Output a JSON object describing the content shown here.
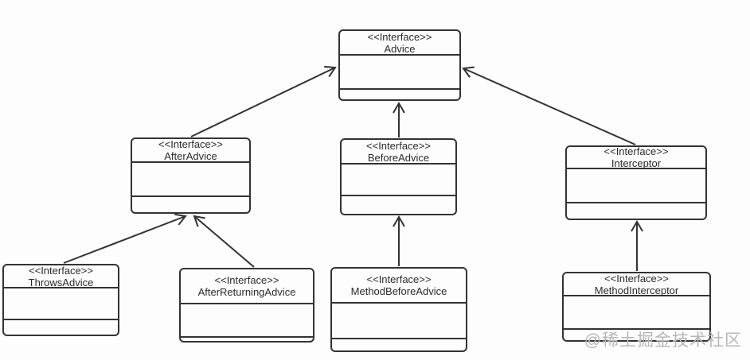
{
  "nodes": [
    {
      "id": "advice",
      "stereotype": "<<Interface>>",
      "name": "Advice"
    },
    {
      "id": "after-advice",
      "stereotype": "<<Interface>>",
      "name": "AfterAdvice"
    },
    {
      "id": "before-advice",
      "stereotype": "<<Interface>>",
      "name": "BeforeAdvice"
    },
    {
      "id": "interceptor",
      "stereotype": "<<Interface>>",
      "name": "Interceptor"
    },
    {
      "id": "throws-advice",
      "stereotype": "<<Interface>>",
      "name": "ThrowsAdvice"
    },
    {
      "id": "after-returning-advice",
      "stereotype": "<<Interface>>",
      "name": "AfterReturningAdvice"
    },
    {
      "id": "method-before-advice",
      "stereotype": "<<Interface>>",
      "name": "MethodBeforeAdvice"
    },
    {
      "id": "method-interceptor",
      "stereotype": "<<Interface>>",
      "name": "MethodInterceptor"
    }
  ],
  "edges": [
    {
      "from": "AfterAdvice",
      "to": "Advice",
      "type": "generalization"
    },
    {
      "from": "BeforeAdvice",
      "to": "Advice",
      "type": "generalization"
    },
    {
      "from": "Interceptor",
      "to": "Advice",
      "type": "generalization"
    },
    {
      "from": "ThrowsAdvice",
      "to": "AfterAdvice",
      "type": "generalization"
    },
    {
      "from": "AfterReturningAdvice",
      "to": "AfterAdvice",
      "type": "generalization"
    },
    {
      "from": "MethodBeforeAdvice",
      "to": "BeforeAdvice",
      "type": "generalization"
    },
    {
      "from": "MethodInterceptor",
      "to": "Interceptor",
      "type": "generalization"
    }
  ],
  "watermark": {
    "text": "@稀土掘金技术社区"
  },
  "colors": {
    "stroke": "#333333",
    "text": "#2b2b2b",
    "background": "#fdfdfd",
    "watermark": "#b7b7b7"
  }
}
